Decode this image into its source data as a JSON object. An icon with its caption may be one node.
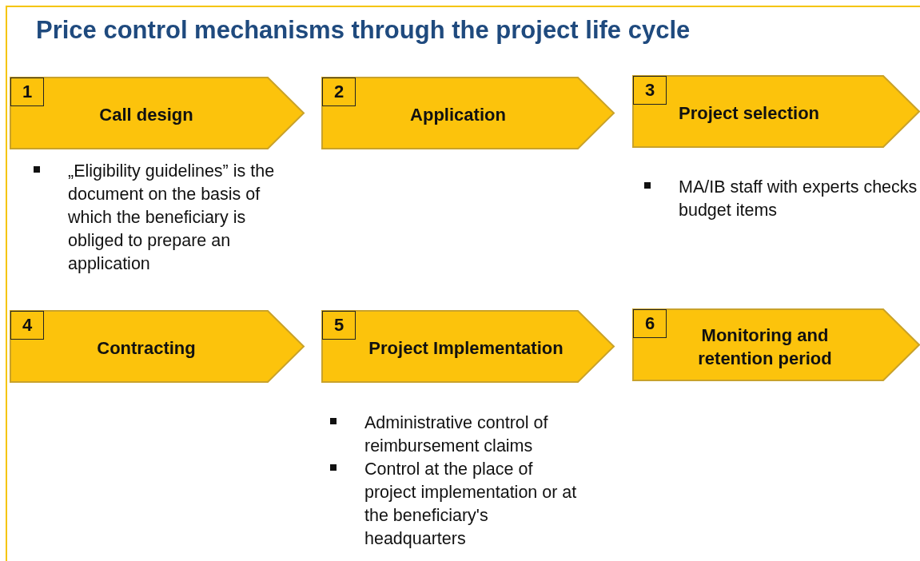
{
  "diagram": {
    "title": "Price control mechanisms through the project life cycle",
    "nodes": [
      {
        "text": [
          "Call design"
        ],
        "beside": [
          "„Eligibility guidelines” is the document on the basis of which the beneficiary is obliged to prepare an application"
        ]
      },
      {
        "text": [
          "1"
        ],
        "in": 0
      },
      {
        "text": [
          "Application"
        ]
      },
      {
        "text": [
          "2"
        ],
        "in": 2
      },
      {
        "text": [
          "Project selection"
        ],
        "beside": [
          "MA/IB staff with experts checks budget items"
        ]
      },
      {
        "text": [
          "3"
        ],
        "in": 4
      },
      {
        "text": [
          "Contracting"
        ]
      },
      {
        "text": [
          "4"
        ],
        "in": 6
      },
      {
        "text": [
          "Project Implementation"
        ],
        "beside": [
          "Administrative control of reimbursement claims",
          "Control at the place of project implementation or at the beneficiary's headquarters"
        ]
      },
      {
        "text": [
          "5"
        ],
        "in": 8
      },
      {
        "text": [
          "Monitoring and retention period"
        ]
      },
      {
        "text": [
          "6"
        ],
        "in": 10
      }
    ]
  }
}
